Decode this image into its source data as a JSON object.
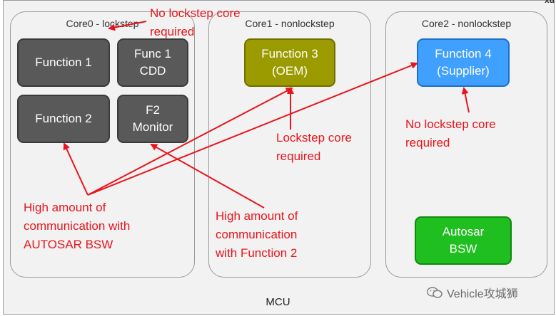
{
  "mcu": {
    "label": "MCU"
  },
  "cores": [
    {
      "label": "Core0 - lockstep"
    },
    {
      "label": "Core1 - nonlockstep"
    },
    {
      "label": "Core2 - nonlockstep"
    }
  ],
  "functions": {
    "function1": [
      "Function 1"
    ],
    "func1cdd": [
      "Func 1",
      "CDD"
    ],
    "function2": [
      "Function 2"
    ],
    "f2monitor": [
      "F2",
      "Monitor"
    ],
    "function3": [
      "Function 3",
      "(OEM)"
    ],
    "function4": [
      "Function 4",
      "(Supplier)"
    ],
    "autosar": [
      "Autosar",
      "BSW"
    ]
  },
  "notes": {
    "core0_no_lockstep": [
      "No lockstep core",
      "required"
    ],
    "lockstep_required": [
      "Lockstep core",
      "required"
    ],
    "core2_no_lockstep": [
      "No lockstep core",
      "required"
    ],
    "comm_bsw": [
      "High amount of",
      "communication with",
      "AUTOSAR BSW"
    ],
    "comm_f2": [
      "High amount of",
      "communication",
      "with Function 2"
    ]
  },
  "watermark": {
    "text": "Vehicle攻城狮",
    "icon": "wechat-icon"
  },
  "corner_text": "xu",
  "colors": {
    "annotation": "#e8141b",
    "dark_function": "#595959",
    "oem_function": "#9b9b00",
    "supplier_function": "#3fa0ff",
    "bsw": "#1fbf1f"
  }
}
